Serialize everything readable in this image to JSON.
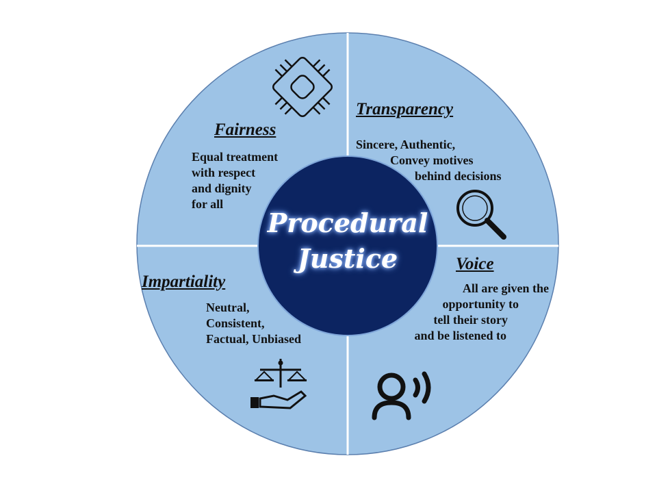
{
  "center": {
    "line1": "Procedural",
    "line2": "Justice"
  },
  "quadrants": {
    "fairness": {
      "title": "Fairness",
      "lines": [
        "Equal treatment",
        "with respect",
        "and dignity",
        "for all"
      ],
      "icon": "hands-circle-icon"
    },
    "transparency": {
      "title": "Transparency",
      "lines": [
        "Sincere, Authentic,",
        "Convey motives",
        "behind decisions"
      ],
      "icon": "magnifier-icon"
    },
    "impartiality": {
      "title": "Impartiality",
      "lines": [
        "Neutral,",
        "Consistent,",
        "Factual, Unbiased"
      ],
      "icon": "scales-hand-icon"
    },
    "voice": {
      "title": "Voice",
      "lines": [
        "All are given the",
        "opportunity to",
        "tell their story",
        "and be listened to"
      ],
      "icon": "speaking-person-icon"
    }
  },
  "colors": {
    "outer": "#9dc3e6",
    "border": "#5b7fae",
    "inner": "#0c2461",
    "divider": "#ffffff"
  }
}
